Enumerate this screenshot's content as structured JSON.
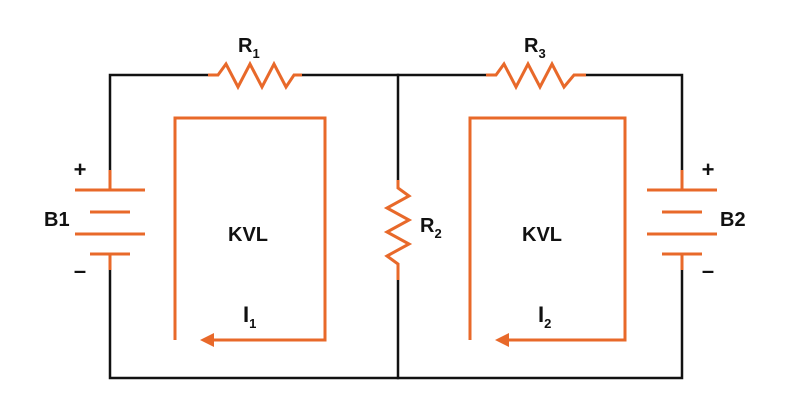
{
  "colors": {
    "wire": "#111111",
    "component": "#e8692a",
    "background": "#ffffff"
  },
  "resistors": {
    "r1": {
      "name": "R",
      "sub": "1"
    },
    "r2": {
      "name": "R",
      "sub": "2"
    },
    "r3": {
      "name": "R",
      "sub": "3"
    }
  },
  "batteries": {
    "b1": {
      "label": "B1",
      "plus": "+",
      "minus": "–"
    },
    "b2": {
      "label": "B2",
      "plus": "+",
      "minus": "–"
    }
  },
  "loops": {
    "left": {
      "label": "KVL",
      "current": "I",
      "current_sub": "1"
    },
    "right": {
      "label": "KVL",
      "current": "I",
      "current_sub": "2"
    }
  }
}
